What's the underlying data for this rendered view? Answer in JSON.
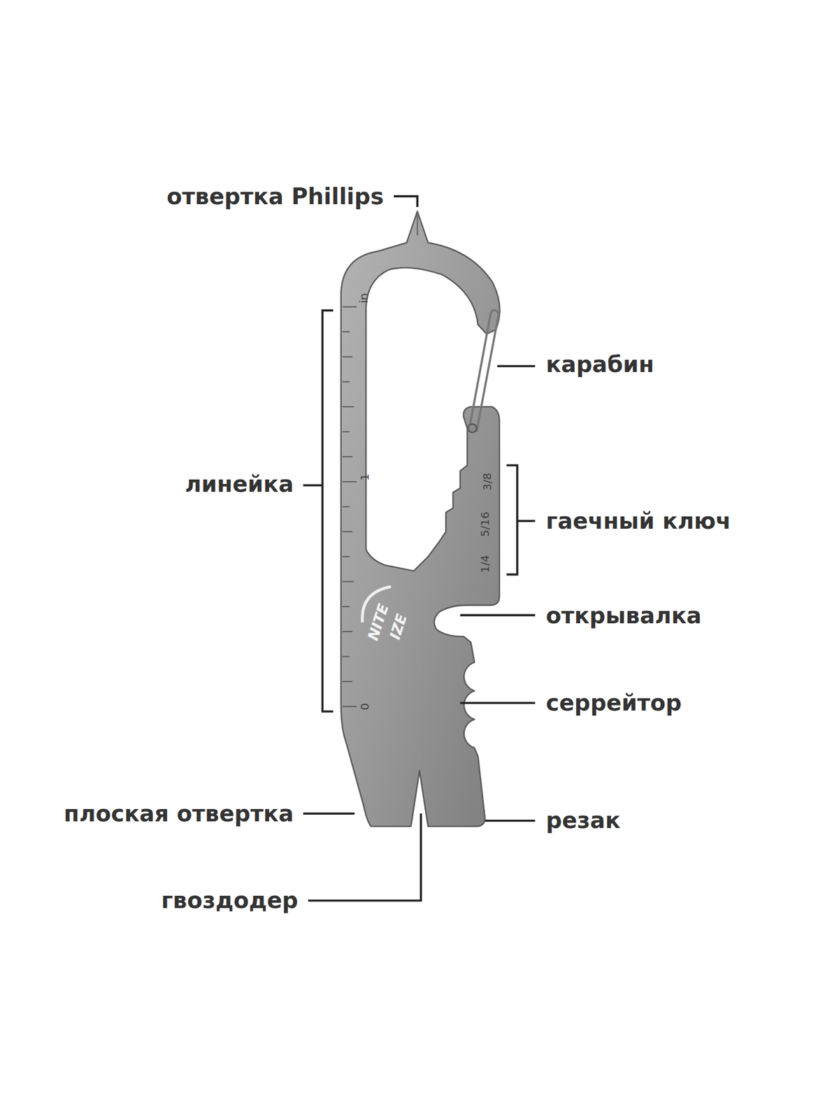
{
  "diagram": {
    "labels": [
      "отвертка Phillips",
      "карабин",
      "in",
      "линейка",
      "1",
      "3/8",
      "5/16",
      "гаечный ключ",
      "1/4",
      "открывалка",
      "NITE",
      "IZE",
      "серрейтор",
      "0",
      "плоская отвертка",
      "резак",
      "гвоздодер"
    ]
  }
}
